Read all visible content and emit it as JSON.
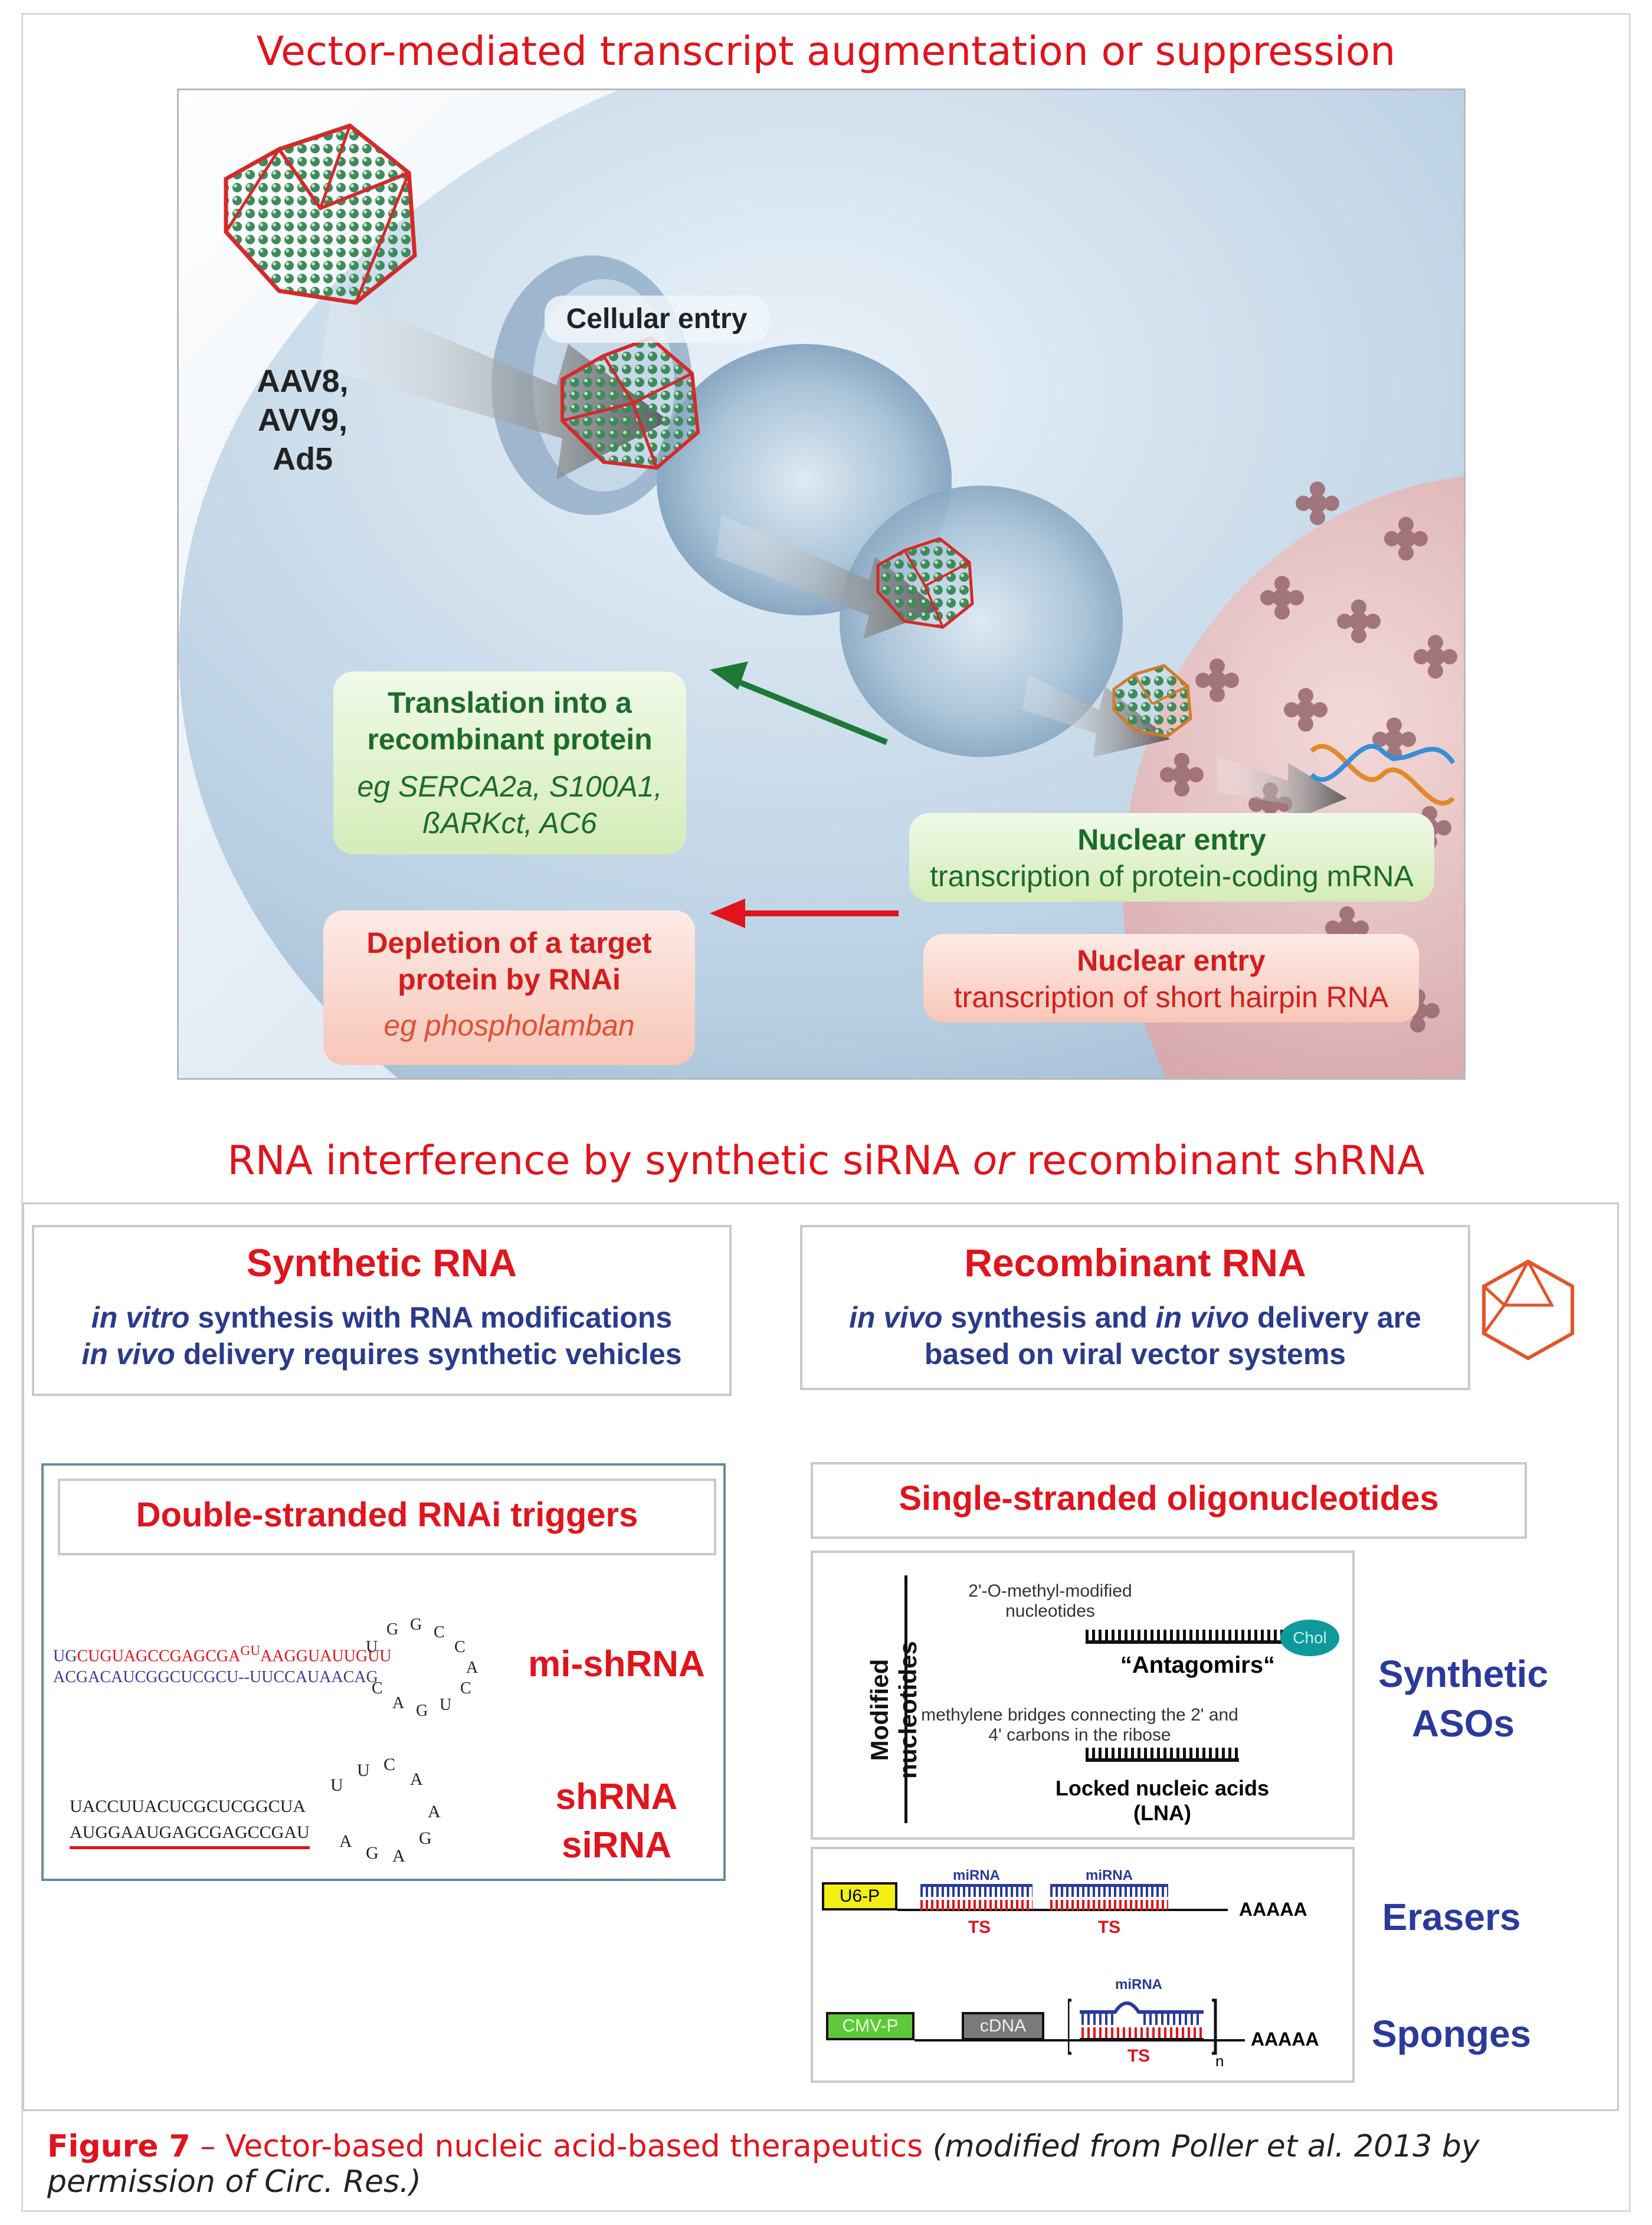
{
  "titles": {
    "top": "Vector-mediated transcript augmentation or suppression",
    "bottom_a": "RNA interference by synthetic siRNA ",
    "bottom_or": "or",
    "bottom_b": " recombinant shRNA"
  },
  "scene": {
    "vectors": [
      "AAV8,",
      "AVV9,",
      "Ad5"
    ],
    "cellular_entry": "Cellular entry",
    "translation_title": "Translation into a recombinant protein",
    "translation_eg": "eg SERCA2a, S100A1, ßARKct, AC6",
    "depletion_title": "Depletion of a target protein by RNAi",
    "depletion_eg": "eg phospholamban",
    "nuclear_entry_1": "Nuclear entry",
    "nuclear_entry_1_sub": "transcription of protein-coding mRNA",
    "nuclear_entry_2": "Nuclear entry",
    "nuclear_entry_2_sub": "transcription of short hairpin RNA",
    "colors": {
      "green_arrow": "#1c7a36",
      "red_arrow": "#e0141c",
      "capsid": "#3f8a5a",
      "capsid_edge": "#d42a2a"
    }
  },
  "synthetic": {
    "title": "Synthetic RNA",
    "l1_it": "in vitro",
    "l1": " synthesis with RNA modifications",
    "l2_it": "in vivo",
    "l2": " delivery requires synthetic vehicles"
  },
  "recombinant": {
    "title": "Recombinant RNA",
    "l1_it_a": "in vivo",
    "l1_a": " synthesis and ",
    "l1_it_b": "in vivo",
    "l1_b": " delivery are",
    "l2": "based on viral vector systems"
  },
  "ds": {
    "title": "Double-stranded RNAi triggers",
    "mi_top_a": "UG",
    "mi_top_b": "CUGUAGCCGAGCGA",
    "mi_top_c": "GU",
    "mi_top_d": "AAGGUAUUGUU",
    "mi_bot_a": "AC",
    "mi_bot_b": "GACAUCGGCUCGCU--UUCCAUAACAG",
    "mi_loop": [
      "U",
      "G",
      "G",
      "C",
      "C",
      "A",
      "C",
      "U",
      "G",
      "A",
      "C"
    ],
    "mi_label": "mi-shRNA",
    "sh_top": "UACCUUACUCGCUCGGCUA",
    "sh_bot": "AUGGAAUGAGCGAGCCGAU",
    "sh_loop": [
      "U",
      "U",
      "C",
      "A",
      "A",
      "G",
      "A",
      "G",
      "A"
    ],
    "sh_label_1": "shRNA",
    "sh_label_2": "siRNA"
  },
  "ss": {
    "title": "Single-stranded oligonucleotides",
    "axis": "Modified nucleotides",
    "ome": "2'-O-methyl-modified nucleotides",
    "antagomirs": "“Antagomirs“",
    "chol": "Chol",
    "methylene": "methylene bridges connecting the 2' and 4' carbons in the ribose",
    "lna": "Locked nucleic acids (LNA)",
    "aso_1": "Synthetic",
    "aso_2": "ASOs",
    "u6": "U6-P",
    "mirna": "miRNA",
    "ts": "TS",
    "aaaaa": "AAAAA",
    "cmv": "CMV-P",
    "cdna": "cDNA",
    "n": "n",
    "erasers": "Erasers",
    "sponges": "Sponges"
  },
  "caption": {
    "fig": "Figure 7",
    "text": " – Vector-based nucleic acid-based  therapeutics ",
    "cite": "(modified from Poller et al. 2013 by permission of Circ. Res.)"
  }
}
